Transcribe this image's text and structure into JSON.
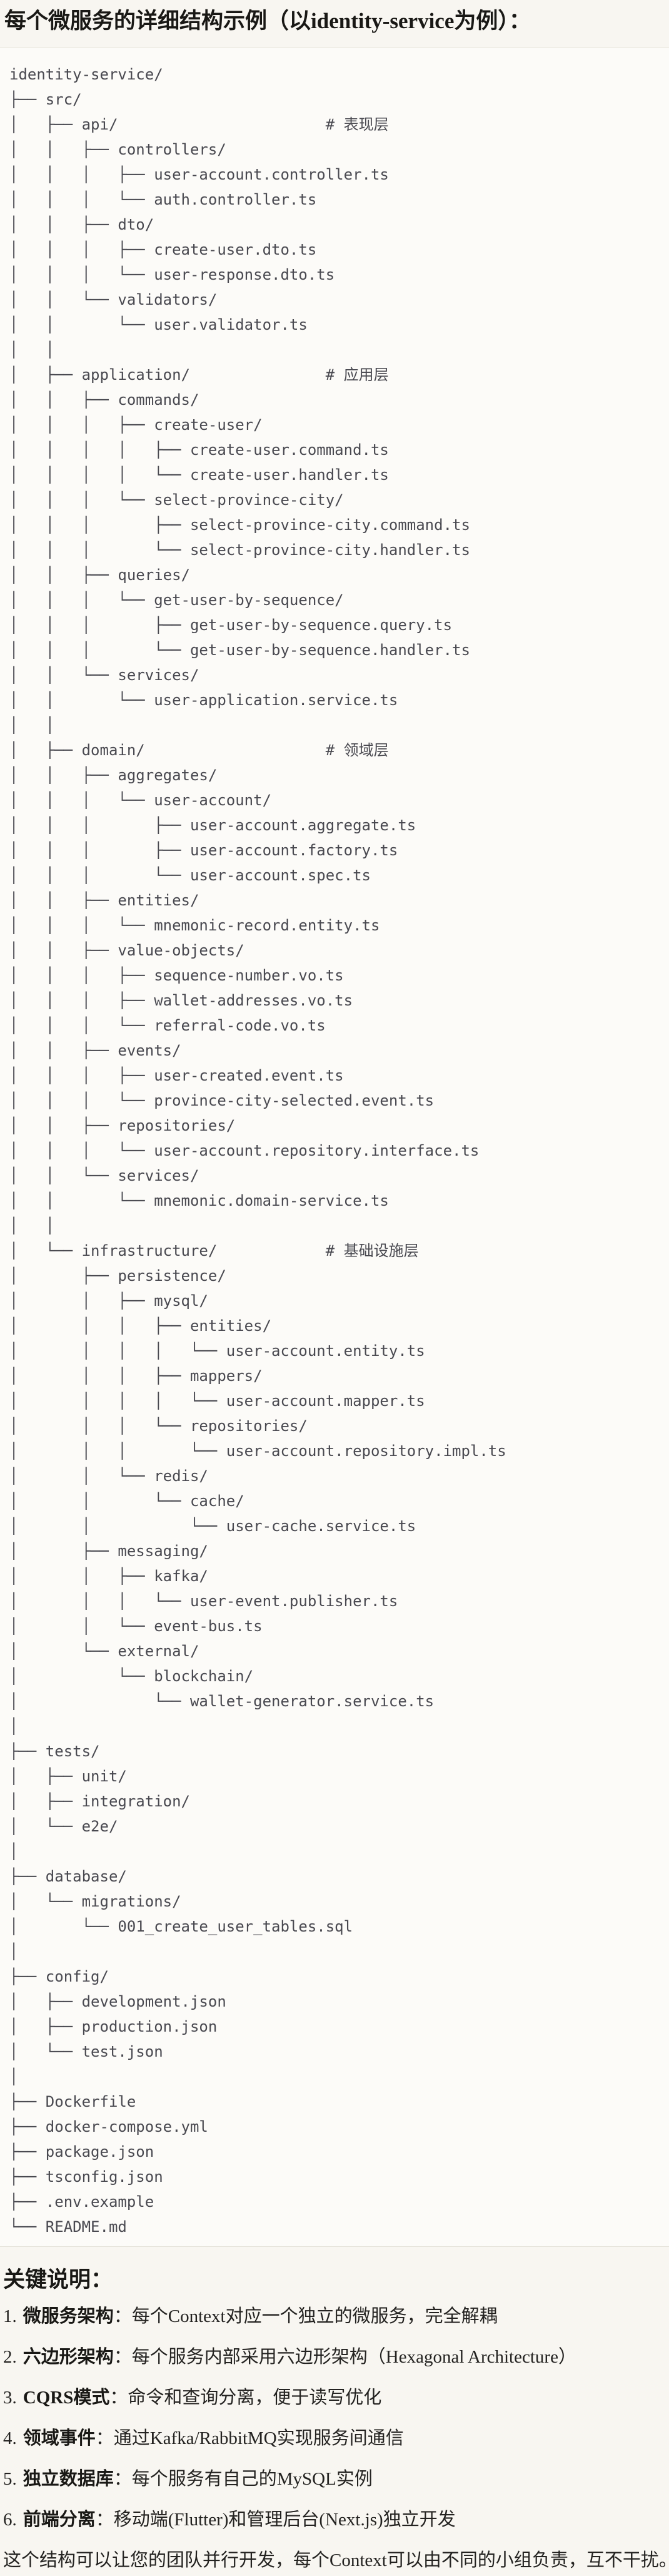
{
  "page": {
    "title": "每个微服务的详细结构示例（以identity-service为例）："
  },
  "tree": {
    "lines": [
      "identity-service/",
      "├── src/",
      "│   ├── api/                       # 表现层",
      "│   │   ├── controllers/",
      "│   │   │   ├── user-account.controller.ts",
      "│   │   │   └── auth.controller.ts",
      "│   │   ├── dto/",
      "│   │   │   ├── create-user.dto.ts",
      "│   │   │   └── user-response.dto.ts",
      "│   │   └── validators/",
      "│   │       └── user.validator.ts",
      "│   │",
      "│   ├── application/               # 应用层",
      "│   │   ├── commands/",
      "│   │   │   ├── create-user/",
      "│   │   │   │   ├── create-user.command.ts",
      "│   │   │   │   └── create-user.handler.ts",
      "│   │   │   └── select-province-city/",
      "│   │   │       ├── select-province-city.command.ts",
      "│   │   │       └── select-province-city.handler.ts",
      "│   │   ├── queries/",
      "│   │   │   └── get-user-by-sequence/",
      "│   │   │       ├── get-user-by-sequence.query.ts",
      "│   │   │       └── get-user-by-sequence.handler.ts",
      "│   │   └── services/",
      "│   │       └── user-application.service.ts",
      "│   │",
      "│   ├── domain/                    # 领域层",
      "│   │   ├── aggregates/",
      "│   │   │   └── user-account/",
      "│   │   │       ├── user-account.aggregate.ts",
      "│   │   │       ├── user-account.factory.ts",
      "│   │   │       └── user-account.spec.ts",
      "│   │   ├── entities/",
      "│   │   │   └── mnemonic-record.entity.ts",
      "│   │   ├── value-objects/",
      "│   │   │   ├── sequence-number.vo.ts",
      "│   │   │   ├── wallet-addresses.vo.ts",
      "│   │   │   └── referral-code.vo.ts",
      "│   │   ├── events/",
      "│   │   │   ├── user-created.event.ts",
      "│   │   │   └── province-city-selected.event.ts",
      "│   │   ├── repositories/",
      "│   │   │   └── user-account.repository.interface.ts",
      "│   │   └── services/",
      "│   │       └── mnemonic.domain-service.ts",
      "│   │",
      "│   └── infrastructure/            # 基础设施层",
      "│       ├── persistence/",
      "│       │   ├── mysql/",
      "│       │   │   ├── entities/",
      "│       │   │   │   └── user-account.entity.ts",
      "│       │   │   ├── mappers/",
      "│       │   │   │   └── user-account.mapper.ts",
      "│       │   │   └── repositories/",
      "│       │   │       └── user-account.repository.impl.ts",
      "│       │   └── redis/",
      "│       │       └── cache/",
      "│       │           └── user-cache.service.ts",
      "│       ├── messaging/",
      "│       │   ├── kafka/",
      "│       │   │   └── user-event.publisher.ts",
      "│       │   └── event-bus.ts",
      "│       └── external/",
      "│           └── blockchain/",
      "│               └── wallet-generator.service.ts",
      "│",
      "├── tests/",
      "│   ├── unit/",
      "│   ├── integration/",
      "│   └── e2e/",
      "│",
      "├── database/",
      "│   └── migrations/",
      "│       └── 001_create_user_tables.sql",
      "│",
      "├── config/",
      "│   ├── development.json",
      "│   ├── production.json",
      "│   └── test.json",
      "│",
      "├── Dockerfile",
      "├── docker-compose.yml",
      "├── package.json",
      "├── tsconfig.json",
      "├── .env.example",
      "└── README.md"
    ]
  },
  "notes": {
    "heading": "关键说明：",
    "items": [
      {
        "num": "1.",
        "label": "微服务架构",
        "text": "：每个Context对应一个独立的微服务，完全解耦"
      },
      {
        "num": "2.",
        "label": "六边形架构",
        "text": "：每个服务内部采用六边形架构（Hexagonal Architecture）"
      },
      {
        "num": "3.",
        "label": "CQRS模式",
        "text": "：命令和查询分离，便于读写优化"
      },
      {
        "num": "4.",
        "label": "领域事件",
        "text": "：通过Kafka/RabbitMQ实现服务间通信"
      },
      {
        "num": "5.",
        "label": "独立数据库",
        "text": "：每个服务有自己的MySQL实例"
      },
      {
        "num": "6.",
        "label": "前端分离",
        "text": "：移动端(Flutter)和管理后台(Next.js)独立开发"
      }
    ],
    "footer": "这个结构可以让您的团队并行开发，每个Context可以由不同的小组负责，互不干扰。"
  }
}
